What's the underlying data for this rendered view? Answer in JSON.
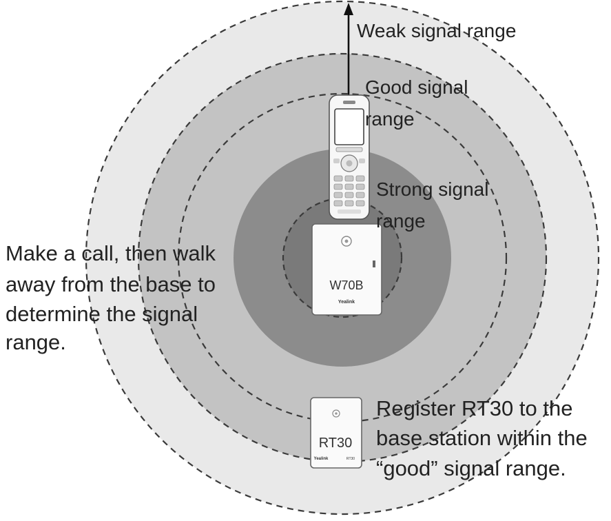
{
  "ranges": {
    "weak_label": "Weak signal range",
    "good_label": [
      "Good signal",
      "range"
    ],
    "strong_label": [
      "Strong signal",
      "range"
    ]
  },
  "base_station": {
    "model": "W70B",
    "brand": "Yealink"
  },
  "repeater": {
    "model": "RT30",
    "brand": "Yealink",
    "tag": "RT30"
  },
  "instructions": {
    "walk_test": [
      "Make a call, then walk",
      "away from the base to",
      "determine the signal",
      "range."
    ],
    "register": [
      "Register RT30 to the",
      "base station within the",
      "“good” signal range."
    ]
  },
  "colors": {
    "weak_zone": "#e9e9e9",
    "good_zone": "#c3c3c3",
    "strong_zone": "#8c8c8c",
    "core_zone": "#7a7a7a",
    "dashed_line": "#3a3a3a",
    "arrow": "#111111"
  },
  "icons": [
    "arrow-up-icon",
    "handset-icon",
    "base-station-icon",
    "repeater-icon"
  ]
}
